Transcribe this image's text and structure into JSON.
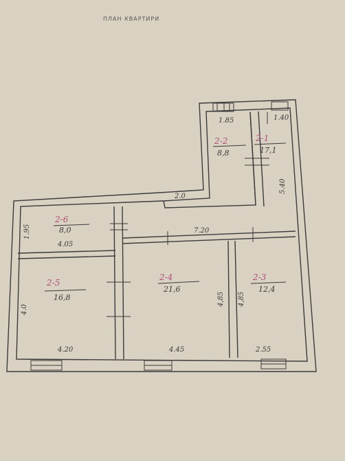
{
  "title": "ПЛАН КВАРТИРИ",
  "colors": {
    "paper": "#d9d1c2",
    "line": "#3b3b3b",
    "room_label": "#b0507a"
  },
  "rooms": [
    {
      "label": "2-1",
      "area": "17,1"
    },
    {
      "label": "2-2",
      "area": "8,8"
    },
    {
      "label": "2-3",
      "area": "12,4"
    },
    {
      "label": "2-4",
      "area": "21,6"
    },
    {
      "label": "2-5",
      "area": "16,8"
    },
    {
      "label": "2-6",
      "area": "8,0"
    }
  ],
  "dimensions": {
    "top_left_width": "1.85",
    "top_right_width": "1.40",
    "right_height": "5.40",
    "corridor_width": "2.0",
    "hall_width": "7.20",
    "room6_height": "1.95",
    "room6_width": "4.05",
    "room5_height": "4.0",
    "room5_width": "4.20",
    "room4_width": "4.45",
    "room4_height": "4,85",
    "room3_height": "4,85",
    "room3_width": "2.55"
  }
}
